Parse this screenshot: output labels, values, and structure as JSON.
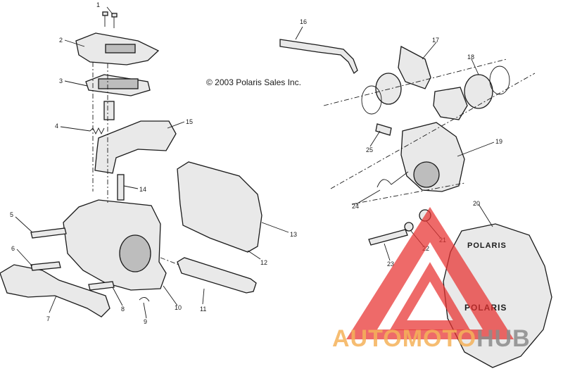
{
  "copyright": "© 2003 Polaris Sales Inc.",
  "brand_label_1": "POLARIS",
  "brand_label_2": "POLARIS",
  "callouts": [
    "1",
    "2",
    "3",
    "4",
    "5",
    "6",
    "7",
    "8",
    "9",
    "10",
    "11",
    "12",
    "13",
    "14",
    "15",
    "16",
    "17",
    "18",
    "19",
    "20",
    "21",
    "22",
    "23",
    "24",
    "25"
  ],
  "watermark": {
    "part1": "AUTOMOTO",
    "part2": "HUB",
    "color_primary": "#e8302f",
    "color_accent": "#f5b25a",
    "color_secondary": "#8c8c8c"
  }
}
